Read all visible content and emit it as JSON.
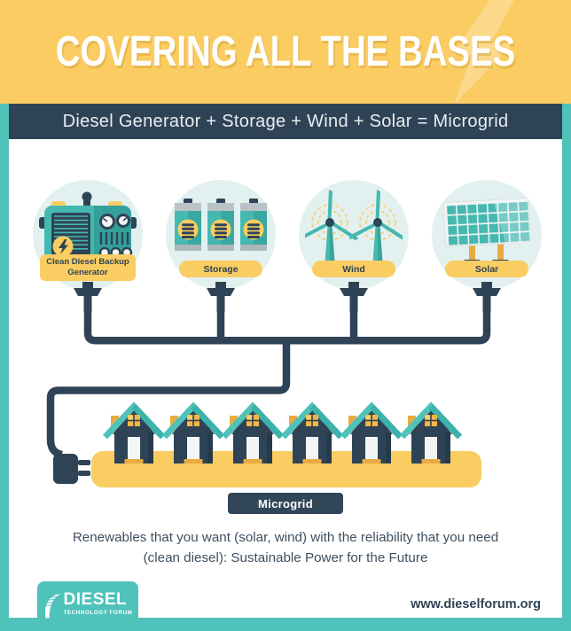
{
  "header": {
    "title": "COVERING ALL THE BASES"
  },
  "subtitle_band": {
    "text": "Diesel Generator + Storage + Wind + Solar = Microgrid"
  },
  "sources": [
    {
      "label": "Clean Diesel Backup Generator",
      "icon": "diesel-generator-icon"
    },
    {
      "label": "Storage",
      "icon": "battery-bank-icon"
    },
    {
      "label": "Wind",
      "icon": "wind-turbines-icon"
    },
    {
      "label": "Solar",
      "icon": "solar-panel-icon"
    }
  ],
  "microgrid": {
    "label": "Microgrid",
    "houses_count": 6
  },
  "description": {
    "line1": "Renewables that you want (solar, wind) with the reliability that you need",
    "line2": "(clean diesel): Sustainable Power for the Future"
  },
  "footer": {
    "logo_title": "DIESEL",
    "logo_subtitle": "TECHNOLOGY FORUM",
    "website": "www.dieselforum.org"
  },
  "colors": {
    "header_yellow": "#FACC61",
    "accent_teal": "#4FC2BA",
    "navy": "#2F4356",
    "pill_yellow": "#FACD62",
    "circle_mint": "#E2F1EF"
  }
}
